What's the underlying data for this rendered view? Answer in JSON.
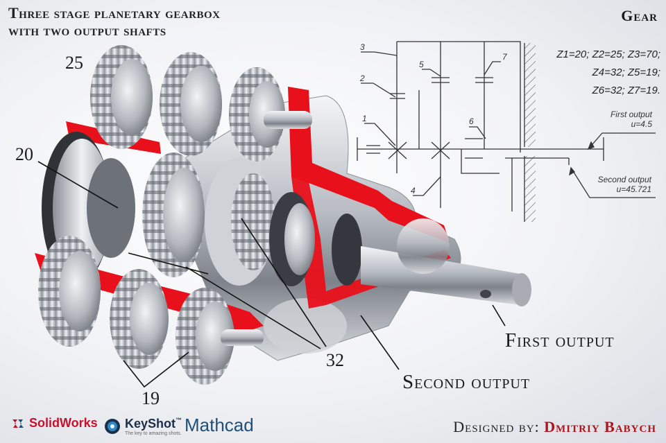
{
  "title": {
    "line1": "Three stage planetary gearbox",
    "line2": "with two output shafts"
  },
  "tag": "Gear",
  "callouts": {
    "top_gear": "25",
    "left_gear": "20",
    "bottom_gear": "19",
    "center_gear": "32",
    "first_output": "First output",
    "second_output": "Second output"
  },
  "schematic": {
    "numbers": [
      "1",
      "2",
      "3",
      "4",
      "5",
      "6",
      "7"
    ],
    "equations": {
      "line1": "Z1=20; Z2=25; Z3=70;",
      "line2": "Z4=32; Z5=19;",
      "line3": "Z6=32; Z7=19."
    },
    "first_output": {
      "label": "First output",
      "ratio": "u=4.5"
    },
    "second_output": {
      "label": "Second output",
      "ratio": "u=45.721"
    }
  },
  "footer": {
    "solidworks": "SolidWorks",
    "keyshot": "KeyShot",
    "keyshot_tm": "™",
    "keyshot_tagline": "The key to amazing shots.",
    "mathcad": "Mathcad",
    "designed_by": "Designed by:",
    "designer": "Dmitriy Babych"
  },
  "colors": {
    "section_red": "#e8101a",
    "steel": "#b8bcc2",
    "dark_steel": "#6b7078",
    "designer_red": "#b0141c",
    "mathcad_blue": "#1d4f79"
  }
}
